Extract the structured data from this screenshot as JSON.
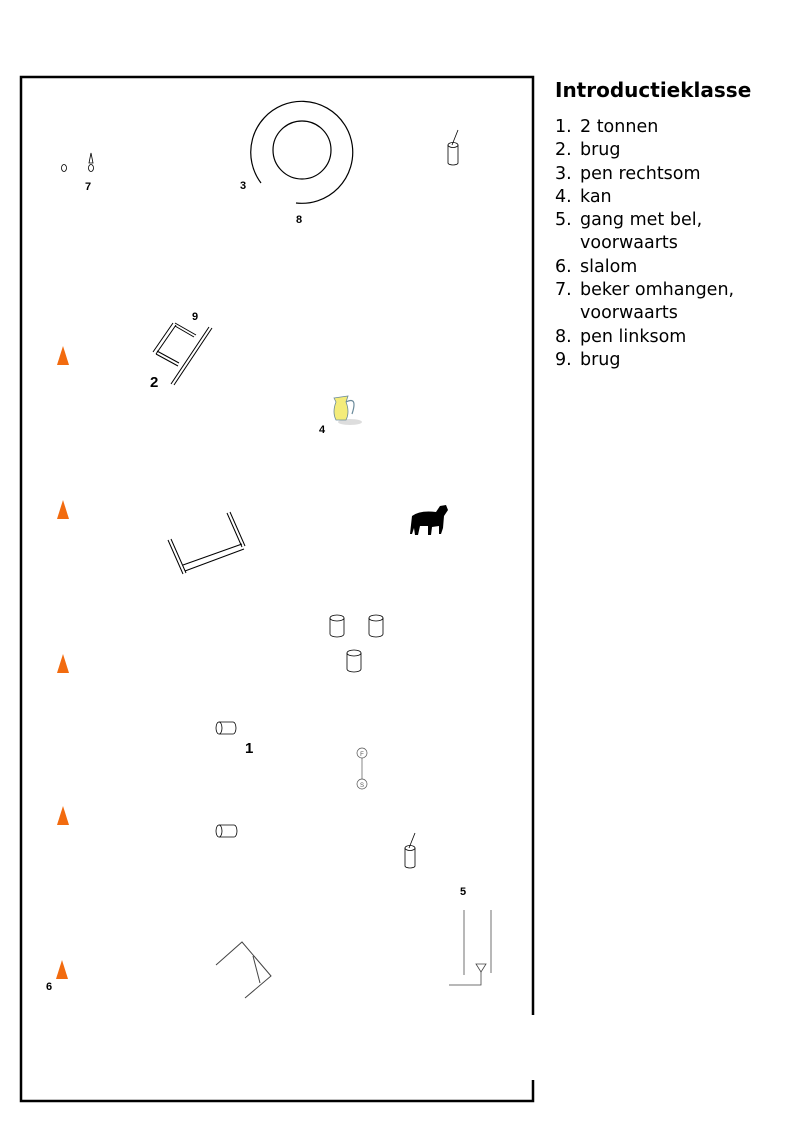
{
  "legend": {
    "title": "Introductieklasse",
    "items": [
      {
        "num": "1.",
        "label": "2 tonnen"
      },
      {
        "num": "2.",
        "label": "brug"
      },
      {
        "num": "3.",
        "label": "pen rechtsom"
      },
      {
        "num": "4.",
        "label": "kan"
      },
      {
        "num": "5.",
        "label": "gang met bel,\nvoorwaarts"
      },
      {
        "num": "6.",
        "label": "slalom"
      },
      {
        "num": "7.",
        "label": "beker omhangen,\nvoorwaarts"
      },
      {
        "num": "8.",
        "label": "pen linksom"
      },
      {
        "num": "9.",
        "label": "brug"
      }
    ]
  },
  "course": {
    "labels": {
      "l1": "1",
      "l2": "2",
      "l3": "3",
      "l4": "4",
      "l5": "5",
      "l6": "6",
      "l7": "7",
      "l8": "8",
      "l9": "9"
    },
    "start_marker": "S",
    "finish_marker": "F"
  },
  "colors": {
    "cone": "#f26b0f",
    "line": "#000000"
  }
}
